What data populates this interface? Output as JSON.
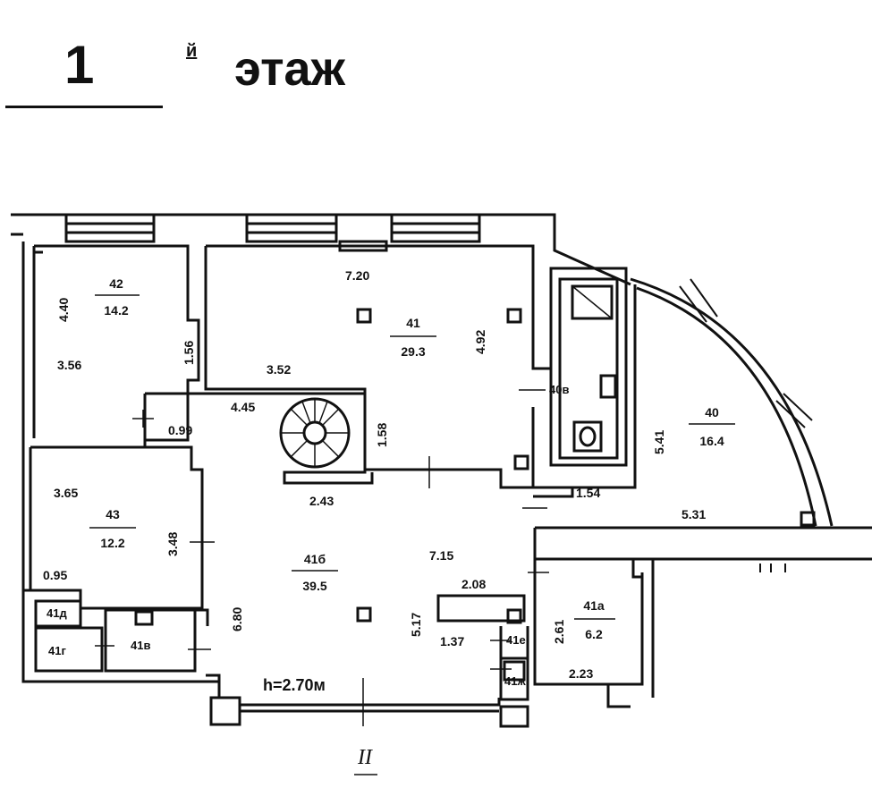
{
  "title": {
    "number": "1",
    "suffix": "й",
    "word": "этаж"
  },
  "height_note": "h=2.70м",
  "section_mark": "II",
  "rooms": [
    {
      "id": "42",
      "area": "14.2"
    },
    {
      "id": "41",
      "area": "29.3"
    },
    {
      "id": "40",
      "area": "16.4"
    },
    {
      "id": "43",
      "area": "12.2"
    },
    {
      "id": "41б",
      "area": "39.5"
    },
    {
      "id": "41а",
      "area": "6.2"
    }
  ],
  "small_rooms": [
    "40в",
    "41д",
    "41г",
    "41в",
    "41е",
    "41ж"
  ],
  "dimensions": [
    "4.40",
    "3.56",
    "1.56",
    "7.20",
    "3.52",
    "4.92",
    "4.45",
    "1.58",
    "0.99",
    "2.43",
    "3.65",
    "3.48",
    "0.95",
    "6.80",
    "7.15",
    "2.08",
    "5.17",
    "1.37",
    "2.61",
    "2.23",
    "1.54",
    "5.31",
    "5.41"
  ]
}
